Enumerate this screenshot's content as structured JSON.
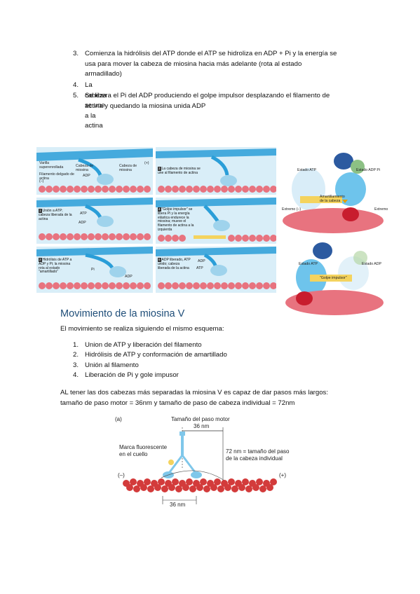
{
  "steps_top": [
    {
      "num": "3.",
      "lines": [
        "Comienza la hidrólisis del ATP donde el ATP se hidroliza en ADP + Pi y la energía se",
        "usa para mover la cabeza de miosina hacia más adelante (rota al estado",
        "armadillado)"
      ]
    },
    {
      "num": "4.",
      "lines": [
        "La cabeza se une a la actina"
      ]
    },
    {
      "num": "5.",
      "lines": [
        "Se libera el Pi del ADP produciendo el golpe impulsor desplazando el filamento de",
        "actina y quedando la miosina unida ADP"
      ]
    }
  ],
  "figure1": {
    "panel0_labels": [
      "Varilla superenrollada",
      "Cabeza de miosina",
      "ADP",
      "Filamento delgado de actina",
      "(–)",
      "(+)",
      "Cabeza de miosina"
    ],
    "steps": [
      {
        "n": "1",
        "text": "Unión a ATP; cabeza liberada de la actina",
        "extra": [
          "ATP",
          "ADP"
        ]
      },
      {
        "n": "2",
        "text": "Hidrólisis de ATP a ADP y Pi; la miosina rota al estado \"amartillado\"",
        "extra": [
          "Pi",
          "ADP"
        ]
      },
      {
        "n": "3",
        "text": "La cabeza de miosina se une al filamento de actina",
        "extra": []
      },
      {
        "n": "4",
        "text": "\"Golpe impulsor\" se libera Pi y la energía elástica endurece la miosina; mueve el filamento de actina a la izquierda",
        "extra": []
      },
      {
        "n": "5",
        "text": "ADP liberado, ATP unido; cabeza liberada de la actina",
        "extra": [
          "ADP",
          "ATP"
        ]
      }
    ],
    "model_labels": [
      "Estado ATP",
      "Estado ADP Pi",
      "Amartillamiento de la cabeza",
      "Extremo (–)",
      "Extremo",
      "Estado ATP",
      "Estado ADP",
      "\"Golpe impulsor\""
    ]
  },
  "section": {
    "heading": "Movimiento de la miosina V",
    "intro": "El movimiento se realiza siguiendo el mismo esquema:",
    "list": [
      {
        "num": "1.",
        "text": "Union de ATP y liberación del filamento"
      },
      {
        "num": "2.",
        "text": "Hidrólisis de ATP y conformación de amartillado"
      },
      {
        "num": "3.",
        "text": "Unión al filamento"
      },
      {
        "num": "4.",
        "text": "Liberación de Pi y gole impusor"
      }
    ],
    "para_lines": [
      "AL tener las dos cabezas más separadas la miosina V es capaz de dar pasos más largos:",
      "tamaño de paso motor = 36nm y tamaño de paso de cabeza individual = 72nm"
    ]
  },
  "figure2": {
    "panel_label": "(a)",
    "title": "Tamaño del paso motor",
    "top_measure": "36 nm",
    "left_label_lines": [
      "Marca fluorescente",
      "en el cuello"
    ],
    "right_label_lines": [
      "72 nm = tamaño del paso",
      "de la cabeza individual"
    ],
    "minus": "(–)",
    "plus": "(+)",
    "bottom_measure": "36 nm"
  },
  "colors": {
    "heading": "#1f4e79",
    "actin": "#e8737f",
    "myosin": "#9fd3ec",
    "filament": "#2a9ed8"
  }
}
